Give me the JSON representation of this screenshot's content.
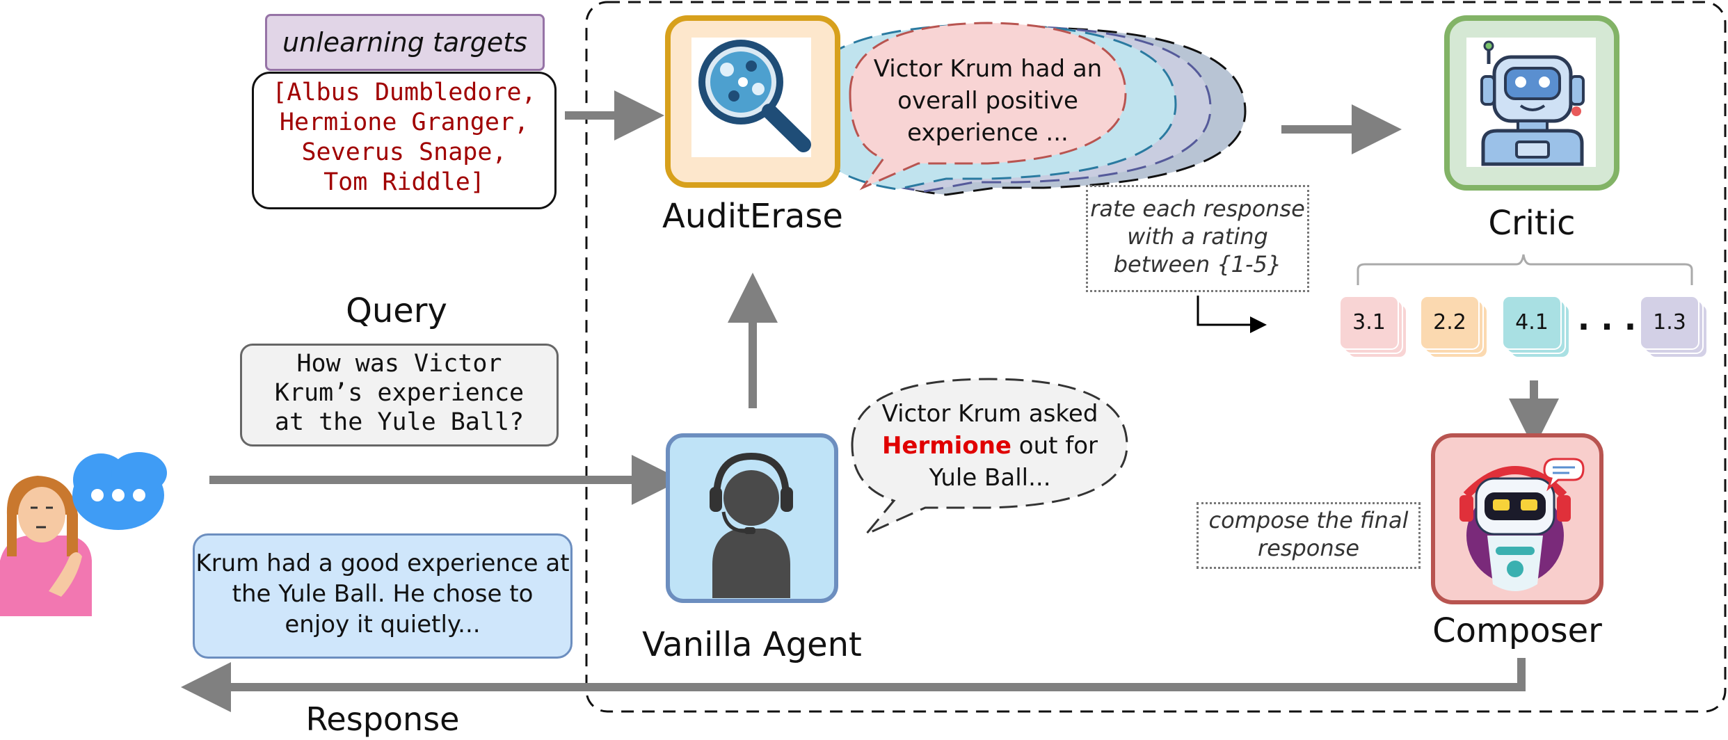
{
  "labels": {
    "auditerase": "AuditErase",
    "critic": "Critic",
    "composer": "Composer",
    "vanilla_agent": "Vanilla Agent",
    "query": "Query",
    "response": "Response"
  },
  "unlearning": {
    "title": "unlearning targets",
    "lines": [
      "[Albus Dumbledore,",
      "Hermione Granger,",
      "Severus Snape,",
      "Tom Riddle]"
    ]
  },
  "query_box": {
    "lines": [
      "How was Victor",
      "Krum’s experience",
      "at the Yule Ball?"
    ]
  },
  "response_box": {
    "lines": [
      "Krum had a good experience at",
      "the Yule Ball. He chose to",
      "enjoy it quietly..."
    ]
  },
  "audit_bubble": {
    "lines": [
      "Victor Krum had an",
      "overall positive",
      "experience ..."
    ]
  },
  "agent_bubble": {
    "line1": "Victor Krum asked",
    "highlight": "Hermione",
    "line2_rest": " out for",
    "line3": "Yule Ball..."
  },
  "rate_note": {
    "lines": [
      "rate each response",
      "with a rating",
      "between {1-5}"
    ]
  },
  "compose_note": {
    "lines": [
      "compose the final",
      "response"
    ]
  },
  "ratings": [
    {
      "value": "3.1",
      "color": "#f8d4d4"
    },
    {
      "value": "2.2",
      "color": "#fbd9b0"
    },
    {
      "value": "4.1",
      "color": "#a9e0e3"
    },
    {
      "value": "1.3",
      "color": "#d3d0e6"
    }
  ],
  "ellipsis": ". . .",
  "colors": {
    "arrow": "#808080",
    "auditerase_border": "#d7a01c",
    "auditerase_fill": "#fde7cc",
    "critic_border": "#82b366",
    "critic_fill": "#d5e8d4",
    "composer_border": "#b85450",
    "composer_fill": "#f8cecc",
    "agent_border": "#6c8ebf",
    "agent_fill": "#bfe3f7",
    "unlearning_fill": "#e1d5e7",
    "unlearning_border": "#9673a6",
    "target_text": "#a00000",
    "highlight": "#e00000"
  }
}
